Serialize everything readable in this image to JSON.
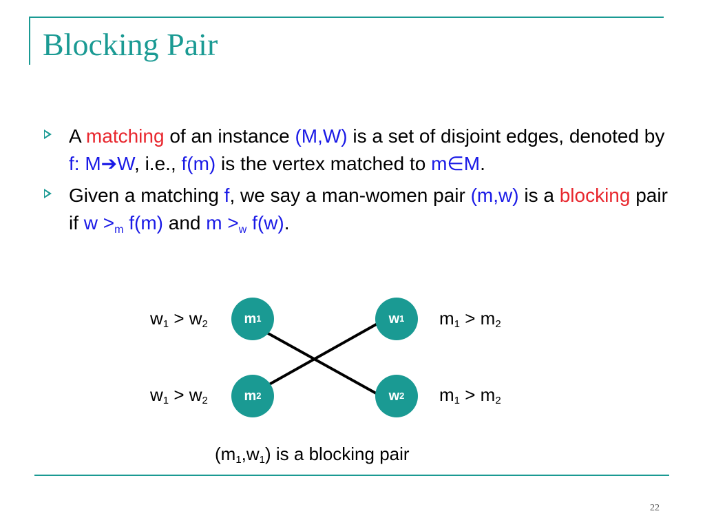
{
  "title": "Blocking Pair",
  "bullet1": {
    "t1": "A ",
    "t2": "matching",
    "t3": " of an instance ",
    "t4": "(M,W)",
    "t5": " is a set of disjoint edges, denoted by ",
    "t6": "f: M",
    "t7": "➔",
    "t8": "W",
    "t9": ", i.e., ",
    "t10": "f(m)",
    "t11": " is the vertex matched to ",
    "t12": "m∈M",
    "t13": "."
  },
  "bullet2": {
    "t1": "Given a matching ",
    "t2": "f",
    "t3": ", we say a man-women pair ",
    "t4": "(m,w)",
    "t5": " is a ",
    "t6": "blocking",
    "t7": " pair if ",
    "t8": "w >",
    "t9": "m",
    "t10": " f(m)",
    "t11": " and ",
    "t12": "m >",
    "t13": "w",
    "t14": " f(w)",
    "t15": "."
  },
  "nodes": {
    "m1": {
      "base": "m",
      "sub": "1"
    },
    "m2": {
      "base": "m",
      "sub": "2"
    },
    "w1": {
      "base": "w",
      "sub": "1"
    },
    "w2": {
      "base": "w",
      "sub": "2"
    }
  },
  "prefs": {
    "m1": {
      "a": "w",
      "a_sub": "1",
      "rel": " > ",
      "b": "w",
      "b_sub": "2"
    },
    "m2": {
      "a": "w",
      "a_sub": "1",
      "rel": " > ",
      "b": "w",
      "b_sub": "2"
    },
    "w1": {
      "a": "m",
      "a_sub": "1",
      "rel": " > ",
      "b": "m",
      "b_sub": "2"
    },
    "w2": {
      "a": "m",
      "a_sub": "1",
      "rel": " > ",
      "b": "m",
      "b_sub": "2"
    }
  },
  "caption": {
    "t1": "(m",
    "s1": "1",
    "t2": ",w",
    "s2": "1",
    "t3": ") is a blocking pair"
  },
  "page_number": "22",
  "colors": {
    "accent": "#1a9a93",
    "red": "#e8272e",
    "blue": "#1a1ae6"
  }
}
